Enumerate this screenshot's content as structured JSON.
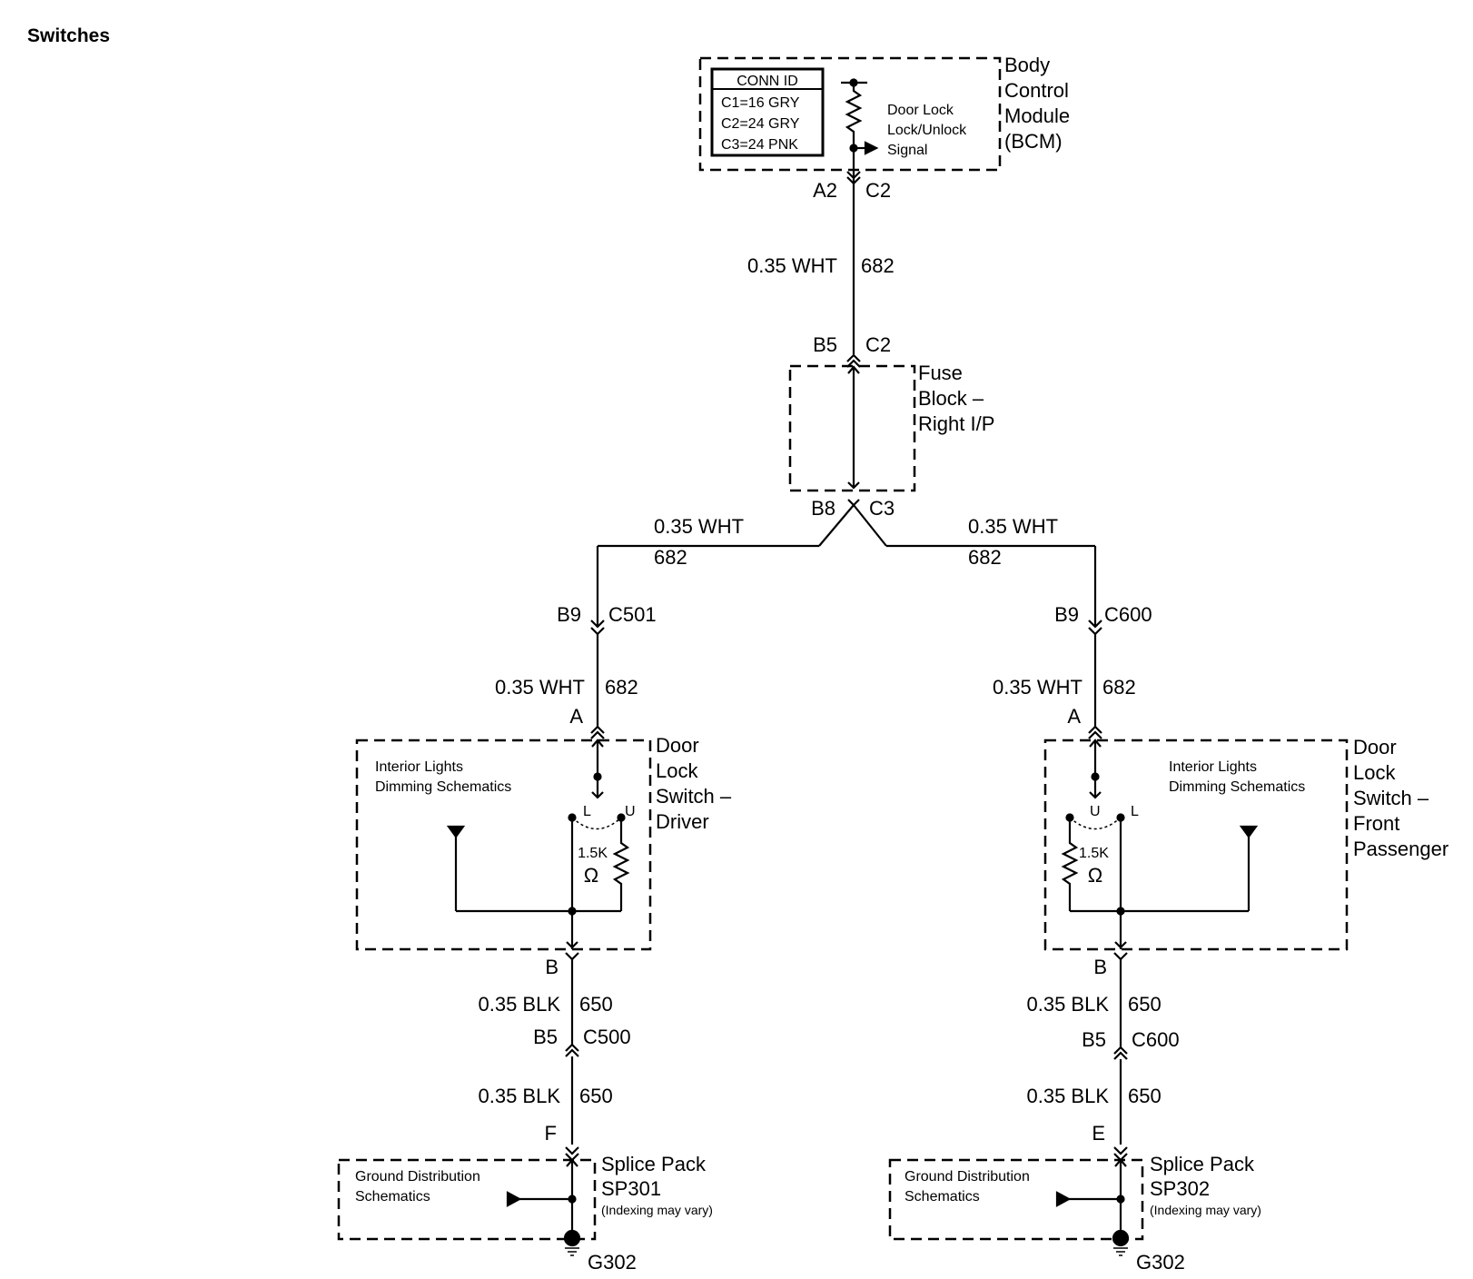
{
  "title": "Switches",
  "bcm": {
    "name_lines": [
      "Body",
      "Control",
      "Module",
      "(BCM)"
    ],
    "conn_header": "CONN ID",
    "conn_rows": [
      "C1=16 GRY",
      "C2=24 GRY",
      "C3=24 PNK"
    ],
    "signal_lines": [
      "Door Lock",
      "Lock/Unlock",
      "Signal"
    ],
    "pin": "A2",
    "connector": "C2"
  },
  "wire_top": {
    "gauge_color": "0.35 WHT",
    "circuit": "682"
  },
  "fuse_block": {
    "name_lines": [
      "Fuse",
      "Block –",
      "Right I/P"
    ],
    "top_pin": "B5",
    "top_connector": "C2",
    "bottom_pin": "B8",
    "bottom_connector": "C3"
  },
  "left_branch": {
    "wire1": {
      "gauge_color": "0.35 WHT",
      "circuit": "682"
    },
    "inline_pin": "B9",
    "inline_connector": "C501",
    "wire2": {
      "gauge_color": "0.35 WHT",
      "circuit": "682"
    },
    "switch_pin_top": "A",
    "switch_name_lines": [
      "Door",
      "Lock",
      "Switch –",
      "Driver"
    ],
    "dimming_lines": [
      "Interior Lights",
      "Dimming Schematics"
    ],
    "contact_left": "L",
    "contact_right": "U",
    "resistor_value": "1.5K",
    "resistor_unit": "Ω",
    "switch_pin_bottom": "B",
    "wire3": {
      "gauge_color": "0.35 BLK",
      "circuit": "650"
    },
    "inline2_pin": "B5",
    "inline2_connector": "C500",
    "wire4": {
      "gauge_color": "0.35 BLK",
      "circuit": "650"
    },
    "splice_pin": "F",
    "splice_name_lines": [
      "Splice Pack",
      "SP301"
    ],
    "splice_note": "(Indexing may vary)",
    "ground_dist_lines": [
      "Ground Distribution",
      "Schematics"
    ],
    "ground": "G302"
  },
  "right_branch": {
    "wire1": {
      "gauge_color": "0.35 WHT",
      "circuit": "682"
    },
    "inline_pin": "B9",
    "inline_connector": "C600",
    "wire2": {
      "gauge_color": "0.35 WHT",
      "circuit": "682"
    },
    "switch_pin_top": "A",
    "switch_name_lines": [
      "Door",
      "Lock",
      "Switch –",
      "Front",
      "Passenger"
    ],
    "dimming_lines": [
      "Interior Lights",
      "Dimming Schematics"
    ],
    "contact_left": "U",
    "contact_right": "L",
    "resistor_value": "1.5K",
    "resistor_unit": "Ω",
    "switch_pin_bottom": "B",
    "wire3": {
      "gauge_color": "0.35 BLK",
      "circuit": "650"
    },
    "inline2_pin": "B5",
    "inline2_connector": "C600",
    "wire4": {
      "gauge_color": "0.35 BLK",
      "circuit": "650"
    },
    "splice_pin": "E",
    "splice_name_lines": [
      "Splice Pack",
      "SP302"
    ],
    "splice_note": "(Indexing may vary)",
    "ground_dist_lines": [
      "Ground Distribution",
      "Schematics"
    ],
    "ground": "G302"
  }
}
